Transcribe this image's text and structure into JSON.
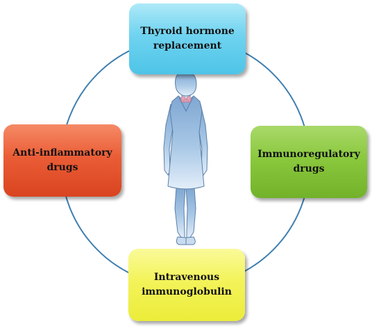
{
  "boxes": {
    "top": {
      "label": "Thyroid hormone\nreplacement",
      "color": "#5fcdee"
    },
    "left": {
      "label": "Anti-inflammatory\ndrugs",
      "color": "#e9542c"
    },
    "right": {
      "label": "Immunoregulatory\ndrugs",
      "color": "#84c23a"
    },
    "bottom": {
      "label": "Intravenous\nimmunoglobulin",
      "color": "#f1f14c"
    }
  },
  "circle": {
    "color": "#3f7fb0"
  },
  "figure": {
    "icon": "woman-silhouette-icon",
    "fill": "#a9c8e6",
    "thyroid_color": "#e9a3b6"
  }
}
